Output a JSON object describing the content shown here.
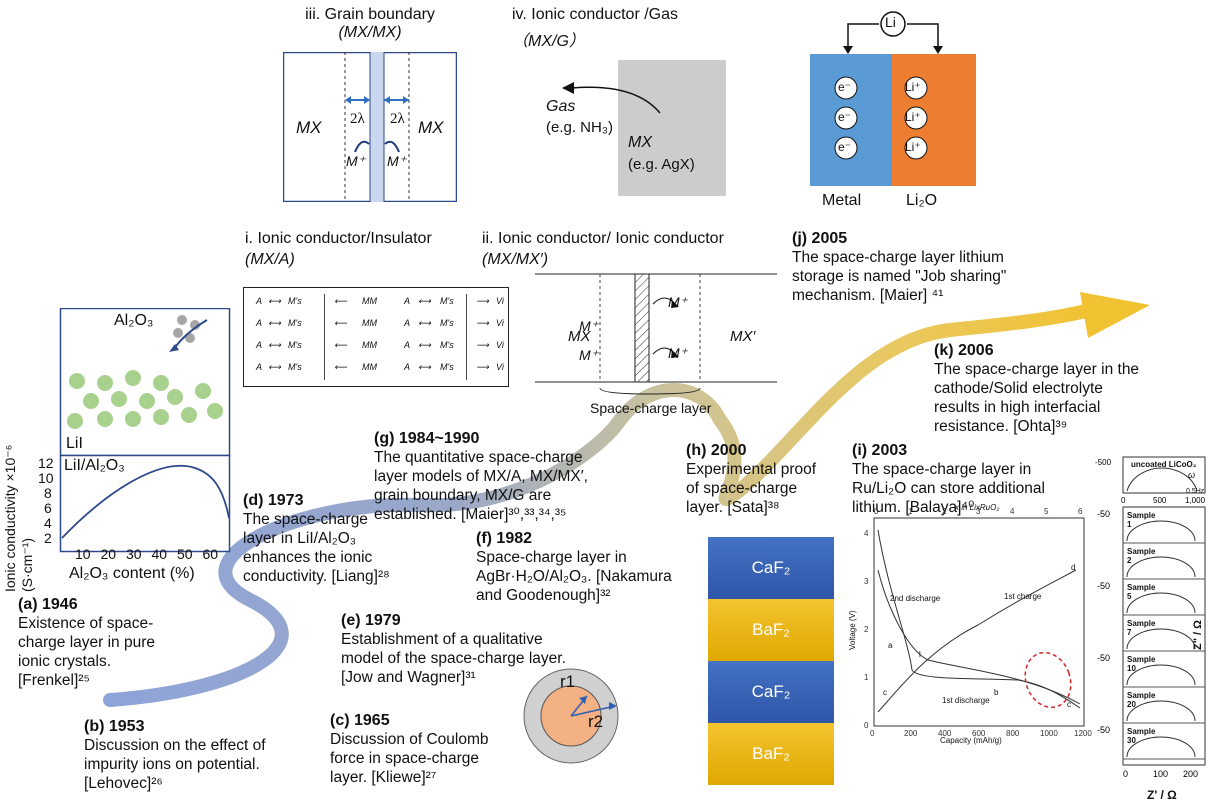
{
  "panels": {
    "grain_boundary": {
      "title": "iii. Grain boundary",
      "subtitle": "(MX/MX)",
      "left_label": "MX",
      "right_label": "MX",
      "lambda_label": "2λ",
      "ion_label": "M⁺"
    },
    "ionic_gas": {
      "title": "iv. Ionic conductor /Gas",
      "subtitle": "（MX/G）",
      "gas_label": "Gas",
      "gas_example": "(e.g. NH₃)",
      "solid_label": "MX",
      "solid_example": "(e.g. AgX)"
    },
    "job_sharing": {
      "li_label": "Li",
      "electron_label": "e⁻",
      "li_ion_label": "Li⁺",
      "metal_label": "Metal",
      "oxide_label": "Li₂O",
      "metal_color": "#5b9bd5",
      "oxide_color": "#ed7d31"
    },
    "insulator": {
      "title": "i. Ionic conductor/Insulator",
      "subtitle": "(MX/A)",
      "grid_a": "A",
      "grid_ms": "M's",
      "grid_mm": "MM",
      "grid_vi": "Vi"
    },
    "ionic_ionic": {
      "title": "ii. Ionic conductor/ Ionic conductor",
      "subtitle": "(MX/MX′)",
      "left_label": "MX",
      "right_label": "MX′",
      "ion_label": "M⁺",
      "bottom_label": "Space-charge layer"
    },
    "lii_chart": {
      "top_label_al": "Al₂O₃",
      "top_label_lii": "LiI",
      "panel_label": "LiI/Al₂O₃",
      "ylabel": "Ionic conductivity ×10⁻⁶ (S·cm⁻¹)",
      "xlabel": "Al₂O₃ content (%)",
      "green": "#a9d18e",
      "grey": "#a6a6a6"
    },
    "coulomb": {
      "r1": "r1",
      "r2": "r2"
    },
    "fluoride_stack": {
      "layers": [
        "CaF₂",
        "BaF₂",
        "CaF₂",
        "BaF₂"
      ],
      "ca_color": "#4472c4",
      "ba_color": "#f4c430"
    },
    "voltage_chart": {
      "top_axis_label": "x in LixRuO₂",
      "ylabel": "Voltage (V)",
      "xlabel": "Capacity (mAh/g)",
      "label_2nd_discharge": "2nd discharge",
      "label_1st_charge": "1st charge",
      "label_1st_discharge": "1st discharge",
      "seg_a": "a",
      "seg_b": "b",
      "seg_c1": "c",
      "seg_c2": "c",
      "seg_d": "d",
      "seg_l": "l"
    },
    "impedance": {
      "coated_title": "uncoated LiCoO₂",
      "omega": "ω",
      "freq": "0.5Hz",
      "samples": [
        "Sample 1",
        "Sample 2",
        "Sample 5",
        "Sample 7",
        "Sample 10",
        "Sample 20",
        "Sample 30"
      ],
      "ylabel": "Z\" / Ω",
      "xlabel": "Z' / Ω"
    }
  },
  "events": {
    "a": {
      "title": "(a) 1946",
      "lines": [
        "Existence of space-",
        "charge layer in pure",
        "ionic crystals.",
        "[Frenkel]²⁵"
      ]
    },
    "b": {
      "title": "(b) 1953",
      "lines": [
        "Discussion on the effect of",
        "impurity ions on potential.",
        "[Lehovec]²⁶"
      ]
    },
    "c": {
      "title": "(c) 1965",
      "lines": [
        "Discussion of Coulomb",
        "force in space-charge",
        "layer. [Kliewe]²⁷"
      ]
    },
    "d": {
      "title": "(d) 1973",
      "lines": [
        "The space-charge",
        "layer in LiI/Al₂O₃",
        "enhances the ionic",
        "conductivity. [Liang]²⁸"
      ]
    },
    "e": {
      "title": "(e) 1979",
      "lines": [
        "Establishment of a qualitative",
        "model of the space-charge layer.",
        "[Jow and Wagner]³¹"
      ]
    },
    "f": {
      "title": "(f) 1982",
      "lines": [
        "Space-charge layer in",
        "AgBr·H₂O/Al₂O₃. [Nakamura",
        "and Goodenough]³²"
      ]
    },
    "g": {
      "title": "(g) 1984~1990",
      "lines": [
        "The quantitative space-charge",
        "layer models of MX/A, MX/MX′,",
        "grain boundary, MX/G are",
        "established. [Maier]³⁰,³³,³⁴,³⁵"
      ]
    },
    "h": {
      "title": "(h) 2000",
      "lines": [
        "Experimental proof",
        "of space-charge",
        "layer. [Sata]³⁸"
      ]
    },
    "i": {
      "title": "(i) 2003",
      "lines": [
        "The space-charge layer in",
        "Ru/Li₂O can store additional",
        "lithium. [Balaya]⁴⁰"
      ]
    },
    "j": {
      "title": "(j) 2005",
      "lines": [
        "The space-charge layer lithium",
        "storage is named \"Job sharing\"",
        "mechanism. [Maier] ⁴¹"
      ]
    },
    "k": {
      "title": "(k) 2006",
      "lines": [
        "The space-charge layer in the",
        "cathode/Solid electrolyte",
        "results in high interfacial",
        "resistance. [Ohta]³⁹"
      ]
    }
  }
}
